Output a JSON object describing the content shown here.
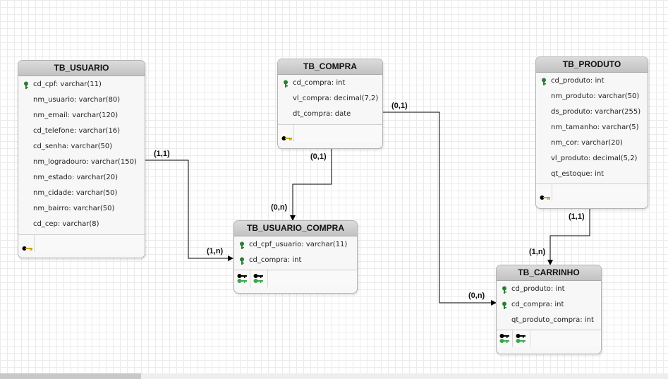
{
  "entities": {
    "tb_usuario": {
      "title": "TB_USUARIO",
      "attrs": [
        "cd_cpf: varchar(11)",
        "nm_usuario: varchar(80)",
        "nm_email: varchar(120)",
        "cd_telefone: varchar(16)",
        "cd_senha: varchar(50)",
        "nm_logradouro: varchar(150)",
        "nm_estado: varchar(20)",
        "nm_cidade: varchar(50)",
        "nm_bairro: varchar(50)",
        "cd_cep: varchar(8)"
      ]
    },
    "tb_compra": {
      "title": "TB_COMPRA",
      "attrs": [
        "cd_compra: int",
        "vl_compra: decimal(7,2)",
        "dt_compra: date"
      ]
    },
    "tb_produto": {
      "title": "TB_PRODUTO",
      "attrs": [
        "cd_produto: int",
        "nm_produto: varchar(50)",
        "ds_produto: varchar(255)",
        "nm_tamanho: varchar(5)",
        "nm_cor: varchar(20)",
        "vl_produto: decimal(5,2)",
        "qt_estoque: int"
      ]
    },
    "tb_usuario_compra": {
      "title": "TB_USUARIO_COMPRA",
      "attrs": [
        "cd_cpf_usuario: varchar(11)",
        "cd_compra: int"
      ]
    },
    "tb_carrinho": {
      "title": "TB_CARRINHO",
      "attrs": [
        "cd_produto: int",
        "cd_compra: int",
        "qt_produto_compra: int"
      ]
    }
  },
  "cardinalities": {
    "usuario_side": "(1,1)",
    "usuario_compra_left": "(1,n)",
    "compra_bottom": "(0,1)",
    "usuario_compra_top": "(0,n)",
    "compra_right": "(0,1)",
    "carrinho_left": "(0,n)",
    "produto_bottom": "(1,1)",
    "carrinho_top": "(1,n)"
  },
  "icons": {
    "primary_key": "key-icon",
    "foreign_key": "foreign-key-icon",
    "pk_footer": "primary-key-index-icon"
  },
  "colors": {
    "pk_key": "#2e7d32",
    "fk_green": "#3aa84a",
    "gold_key": "#c8a400",
    "line": "#000000"
  }
}
